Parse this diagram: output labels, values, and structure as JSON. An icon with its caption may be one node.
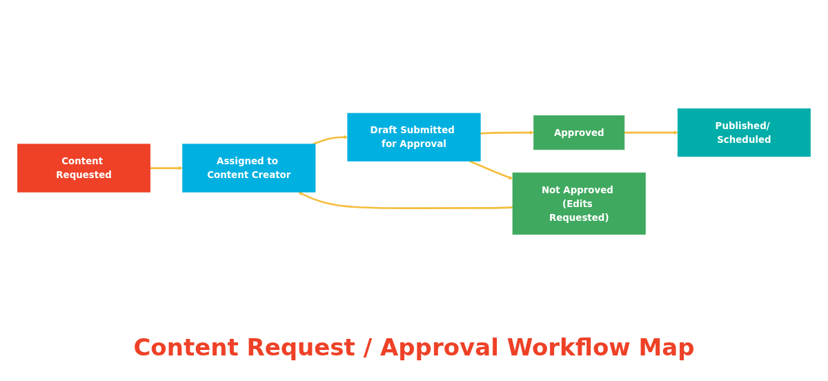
{
  "diagram": {
    "title": "Content Request / Approval Workflow Map",
    "nodes": [
      {
        "text": [
          "Content Requested"
        ]
      },
      {
        "text": [
          "Assigned to Content Creator"
        ]
      },
      {
        "text": [
          "Draft Submitted for Approval"
        ]
      },
      {
        "text": [
          "Published/ Scheduled"
        ]
      },
      {
        "text": [
          "Approved"
        ]
      },
      {
        "text": [
          "Not Approved (Edits Requested)"
        ]
      }
    ],
    "edges": [
      {
        "from": 0,
        "to": 1,
        "arrow": "to"
      },
      {
        "from": 1,
        "to": 2,
        "arrow": "to"
      },
      {
        "from": 2,
        "to": 4,
        "arrow": "to"
      },
      {
        "from": 2,
        "to": 5,
        "arrow": "to"
      },
      {
        "from": 5,
        "to": 1,
        "arrow": "to"
      },
      {
        "from": 4,
        "to": 3,
        "arrow": "to"
      }
    ]
  }
}
